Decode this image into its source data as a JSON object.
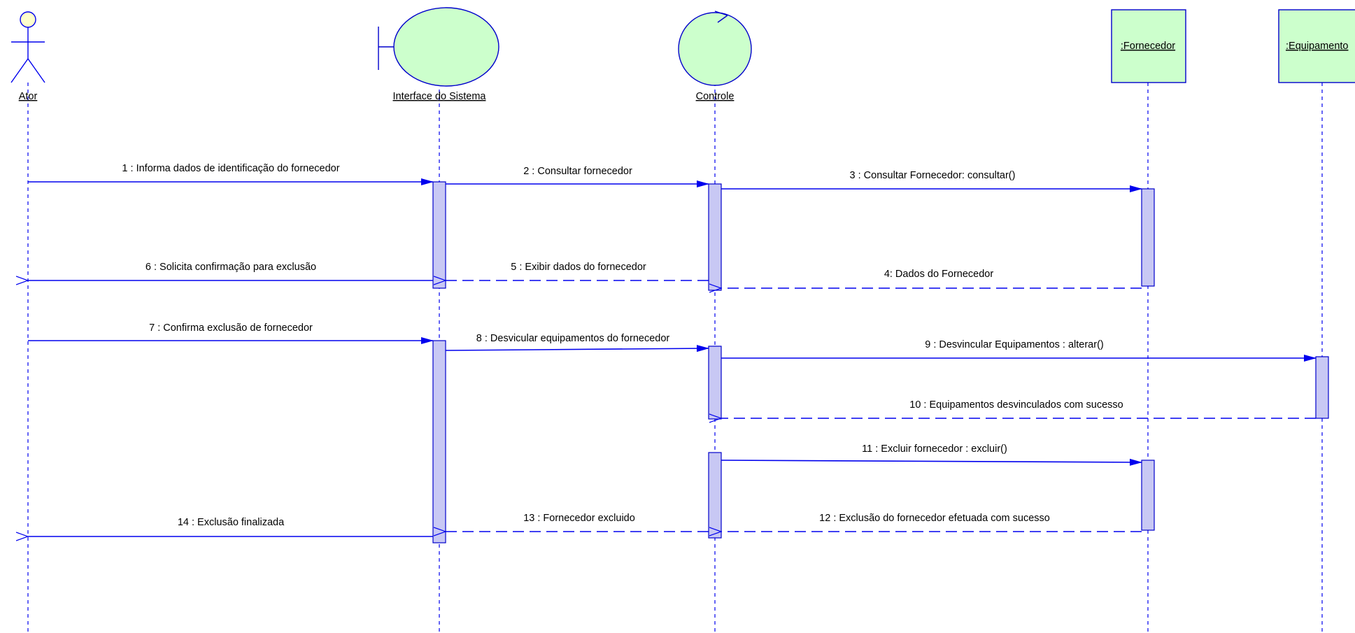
{
  "participants": [
    {
      "id": "ator",
      "kind": "actor",
      "name": "Ator"
    },
    {
      "id": "interface",
      "kind": "boundary",
      "name": "Interface do Sistema"
    },
    {
      "id": "controle",
      "kind": "control",
      "name": "Controle"
    },
    {
      "id": "fornecedor",
      "kind": "entity",
      "name": ":Fornecedor"
    },
    {
      "id": "equipamento",
      "kind": "entity",
      "name": ":Equipamento"
    }
  ],
  "messages": [
    {
      "n": 1,
      "from": "ator",
      "to": "interface",
      "type": "sync",
      "label": "1 : Informa dados de identificação do fornecedor"
    },
    {
      "n": 2,
      "from": "interface",
      "to": "controle",
      "type": "sync",
      "label": "2 : Consultar fornecedor"
    },
    {
      "n": 3,
      "from": "controle",
      "to": "fornecedor",
      "type": "sync",
      "label": "3 : Consultar Fornecedor: consultar()"
    },
    {
      "n": 4,
      "from": "fornecedor",
      "to": "controle",
      "type": "return",
      "label": "4: Dados do Fornecedor"
    },
    {
      "n": 5,
      "from": "controle",
      "to": "interface",
      "type": "return",
      "label": "5 : Exibir dados do fornecedor"
    },
    {
      "n": 6,
      "from": "interface",
      "to": "ator",
      "type": "reply",
      "label": "6 : Solicita confirmação para exclusão"
    },
    {
      "n": 7,
      "from": "ator",
      "to": "interface",
      "type": "sync",
      "label": "7 : Confirma exclusão de fornecedor"
    },
    {
      "n": 8,
      "from": "interface",
      "to": "controle",
      "type": "sync",
      "label": "8 : Desvicular  equipamentos do fornecedor"
    },
    {
      "n": 9,
      "from": "controle",
      "to": "equipamento",
      "type": "sync",
      "label": "9 : Desvincular Equipamentos : alterar()"
    },
    {
      "n": 10,
      "from": "equipamento",
      "to": "controle",
      "type": "return",
      "label": "10 : Equipamentos desvinculados com sucesso"
    },
    {
      "n": 11,
      "from": "controle",
      "to": "fornecedor",
      "type": "sync",
      "label": "11 : Excluir fornecedor : excluir()"
    },
    {
      "n": 12,
      "from": "fornecedor",
      "to": "controle",
      "type": "return",
      "label": "12 : Exclusão do fornecedor efetuada com sucesso"
    },
    {
      "n": 13,
      "from": "controle",
      "to": "interface",
      "type": "return",
      "label": "13 : Fornecedor excluido"
    },
    {
      "n": 14,
      "from": "interface",
      "to": "ator",
      "type": "reply",
      "label": "14 : Exclusão finalizada"
    }
  ],
  "colors": {
    "line": "#0000ee",
    "activation_fill": "#c8c8f4",
    "activation_stroke": "#0000cc",
    "symbol_fill": "#ccffcc",
    "actor_head_fill": "#ffffcc"
  }
}
